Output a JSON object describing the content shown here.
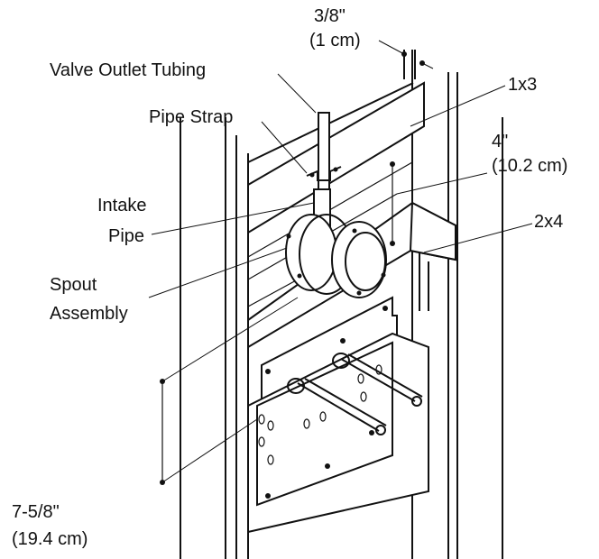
{
  "labels": {
    "gap_in": "3/8\"",
    "gap_cm": "(1 cm)",
    "valve_outlet_tubing": "Valve Outlet Tubing",
    "one_by_three": "1x3",
    "pipe_strap": "Pipe Strap",
    "four_in": "4\"",
    "four_cm": "(10.2 cm)",
    "intake_line1": "Intake",
    "intake_line2": "Pipe",
    "two_by_four": "2x4",
    "spout_line1": "Spout",
    "spout_line2": "Assembly",
    "height_in": "7-5/8\"",
    "height_cm": "(19.4 cm)"
  },
  "colors": {
    "line": "#111111",
    "background": "#ffffff"
  }
}
